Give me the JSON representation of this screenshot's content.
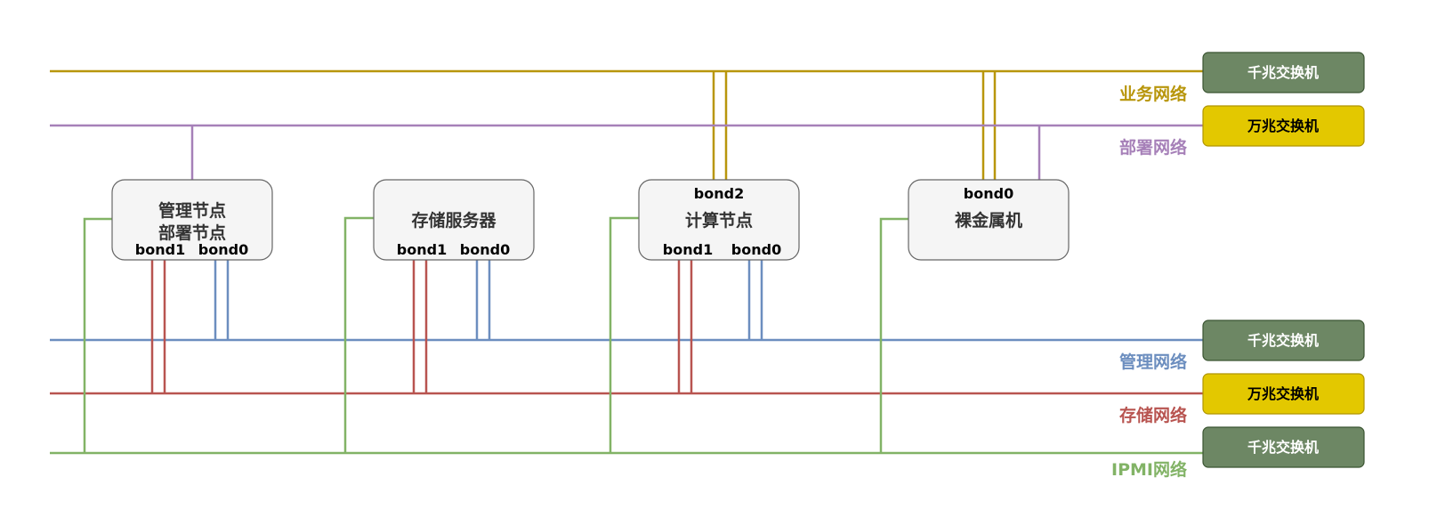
{
  "networks": [
    {
      "id": "biz",
      "label": "业务网络",
      "color": "#b8960c",
      "switch": {
        "label": "千兆交换机",
        "fill": "#6d8764",
        "stroke": "#3a5431",
        "text": "#ffffff"
      }
    },
    {
      "id": "dep",
      "label": "部署网络",
      "color": "#a680b8",
      "switch": {
        "label": "万兆交换机",
        "fill": "#e3c800",
        "stroke": "#b09500",
        "text": "#000000"
      }
    },
    {
      "id": "mgmt",
      "label": "管理网络",
      "color": "#6c8ebf",
      "switch": {
        "label": "千兆交换机",
        "fill": "#6d8764",
        "stroke": "#3a5431",
        "text": "#ffffff"
      }
    },
    {
      "id": "stor",
      "label": "存储网络",
      "color": "#b85450",
      "switch": {
        "label": "万兆交换机",
        "fill": "#e3c800",
        "stroke": "#b09500",
        "text": "#000000"
      }
    },
    {
      "id": "ipmi",
      "label": "IPMI网络",
      "color": "#82b366",
      "switch": {
        "label": "千兆交换机",
        "fill": "#6d8764",
        "stroke": "#3a5431",
        "text": "#ffffff"
      }
    }
  ],
  "nodes": [
    {
      "id": "mgmt-node",
      "title_lines": [
        "管理节点",
        "部署节点"
      ],
      "ports_top": [],
      "ports_bottom": [
        "bond1",
        "bond0"
      ]
    },
    {
      "id": "storage-node",
      "title_lines": [
        "存储服务器"
      ],
      "ports_top": [],
      "ports_bottom": [
        "bond1",
        "bond0"
      ]
    },
    {
      "id": "compute-node",
      "title_lines": [
        "计算节点"
      ],
      "ports_top": [
        "bond2"
      ],
      "ports_bottom": [
        "bond1",
        "bond0"
      ]
    },
    {
      "id": "baremetal-node",
      "title_lines": [
        "裸金属机"
      ],
      "ports_top": [
        "bond0"
      ],
      "ports_bottom": []
    }
  ]
}
